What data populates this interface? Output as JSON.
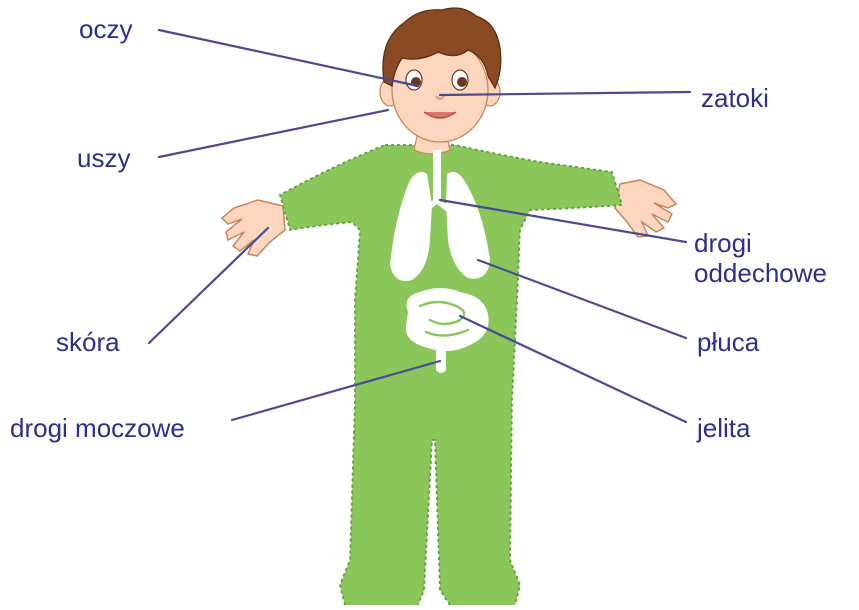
{
  "labels": {
    "eyes": "oczy",
    "sinuses": "zatoki",
    "ears": "uszy",
    "airways_line1": "drogi",
    "airways_line2": "oddechowe",
    "skin": "skóra",
    "lungs": "płuca",
    "urinary_tract": "drogi moczowe",
    "intestines": "jelita"
  },
  "colors": {
    "body_suit": "#8ac659",
    "suit_seam": "#5e9f3a",
    "organs": "#ffffff",
    "skin": "#fcd6bf",
    "hair": "#8a4a24",
    "label_text": "#2e2e8c",
    "leader_line": "#4a4a94"
  }
}
